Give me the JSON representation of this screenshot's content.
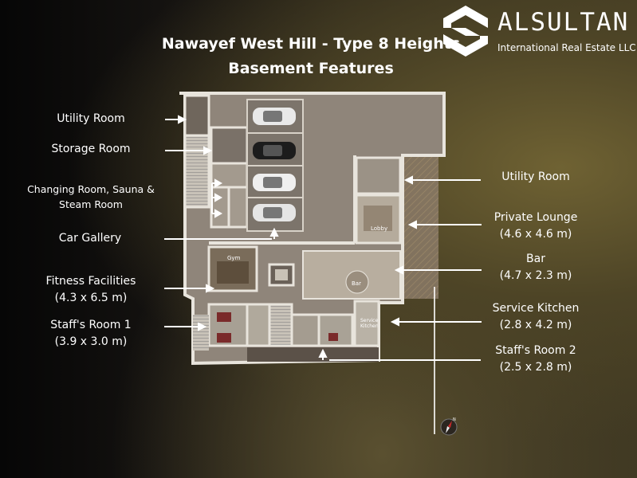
{
  "header": {
    "title_line1": "Nawayef West Hill - Type 8 Heights",
    "title_line2": "Basement Features"
  },
  "brand": {
    "name": "ALSULTAN",
    "subtitle": "International Real Estate LLC"
  },
  "plan_labels": {
    "gym": "Gym",
    "lobby": "Lobby",
    "bar": "Bar",
    "service_kitchen_1": "Service",
    "service_kitchen_2": "Kitchen"
  },
  "left_labels": [
    {
      "name": "Utility Room",
      "dim": ""
    },
    {
      "name": "Storage Room",
      "dim": ""
    },
    {
      "name": "Changing Room, Sauna &",
      "dim": "Steam Room"
    },
    {
      "name": "Car Gallery",
      "dim": ""
    },
    {
      "name": "Fitness Facilities",
      "dim": "(4.3 x 6.5 m)"
    },
    {
      "name": "Staff's Room 1",
      "dim": "(3.9 x 3.0 m)"
    }
  ],
  "right_labels": [
    {
      "name": "Utility Room",
      "dim": ""
    },
    {
      "name": "Private Lounge",
      "dim": "(4.6 x 4.6 m)"
    },
    {
      "name": "Bar",
      "dim": "(4.7 x 2.3 m)"
    },
    {
      "name": "Service Kitchen",
      "dim": "(2.8 x 4.2 m)"
    },
    {
      "name": "Staff's Room 2",
      "dim": "(2.5 x 2.8 m)"
    }
  ],
  "colors": {
    "accent_arrow": "#ffffff",
    "floor": "#9a8f80",
    "wall": "#e8e4dc"
  },
  "icons": [
    "logo-mark-icon",
    "compass-icon",
    "arrow-icon",
    "car-icon"
  ]
}
